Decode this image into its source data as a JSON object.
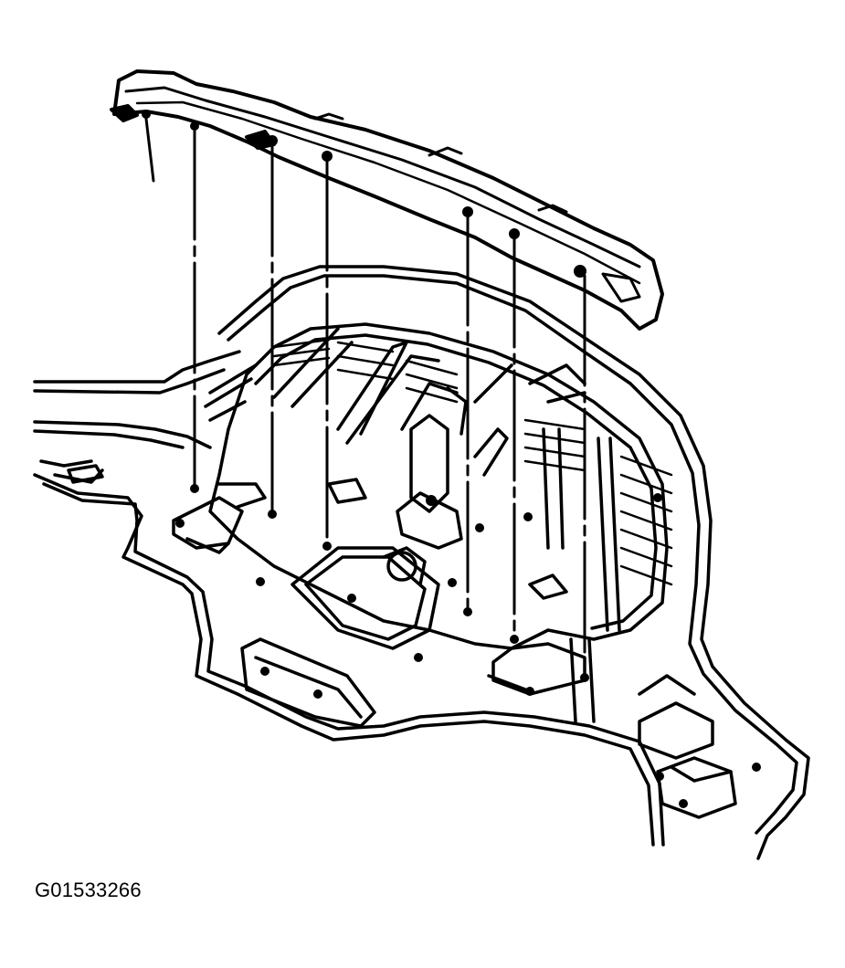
{
  "figure": {
    "id_label": "G01533266"
  },
  "colors": {
    "line": "#000000",
    "background": "#ffffff"
  },
  "parts": {
    "molding": "roof-panel-molding",
    "fastener_count": 6
  }
}
